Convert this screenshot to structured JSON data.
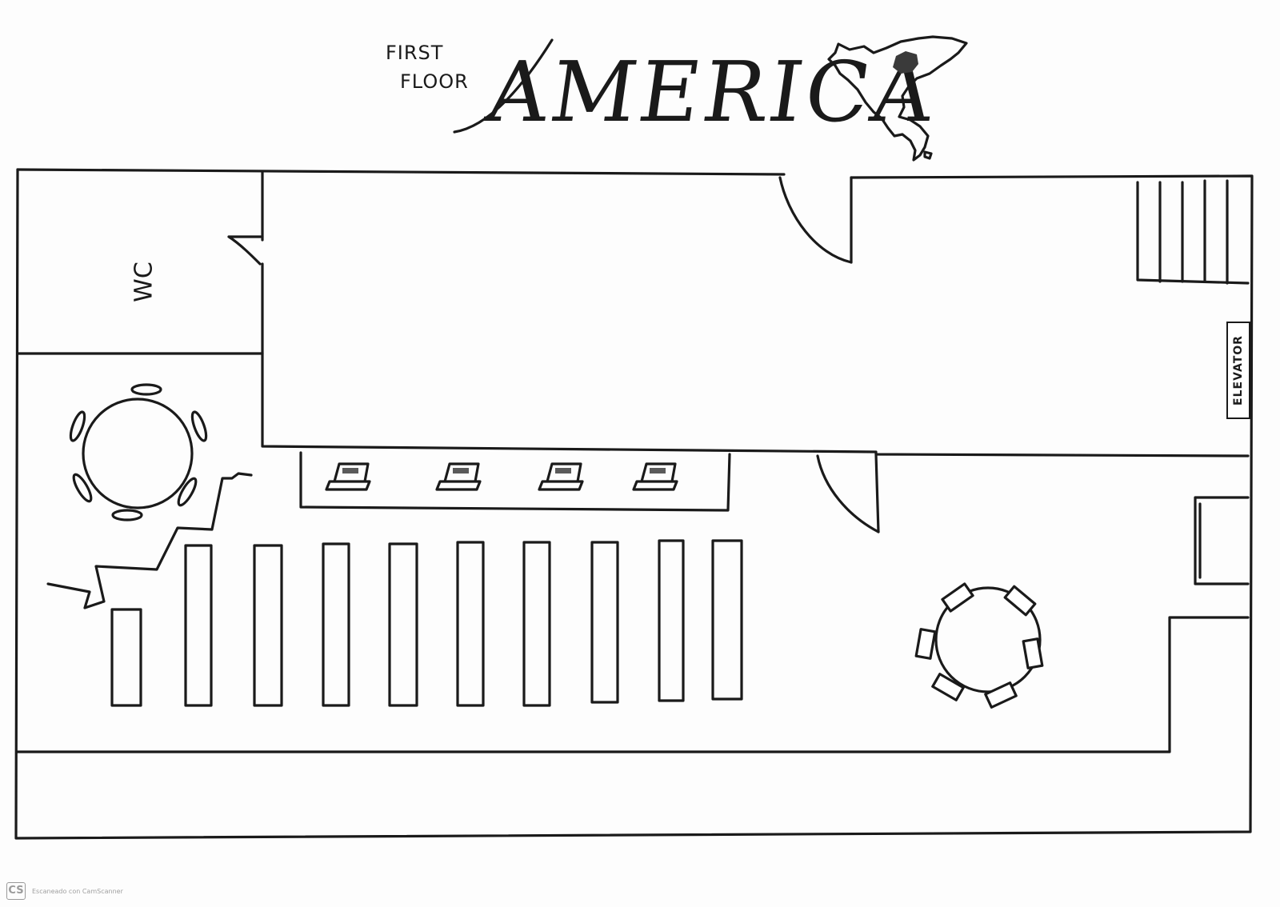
{
  "header": {
    "floor_line1": "FIRST",
    "floor_line2": "FLOOR",
    "title": "AMERICA"
  },
  "rooms": {
    "wc_label": "WC",
    "elevator_label": "ELEVATOR"
  },
  "furniture": {
    "bookshelves_count": 10,
    "computers_count": 4,
    "round_tables_count": 2,
    "stair_steps_count": 5
  },
  "footer": {
    "scanner_logo": "CS",
    "scanner_text": "Escaneado con CamScanner"
  },
  "colors": {
    "ink": "#1a1a1a",
    "paper": "#fdfdfd",
    "map_fill": "#3a3a3a"
  },
  "icons": [
    "america-map-icon",
    "laptop-icon",
    "round-table-icon",
    "door-swing-icon",
    "stairs-icon"
  ]
}
